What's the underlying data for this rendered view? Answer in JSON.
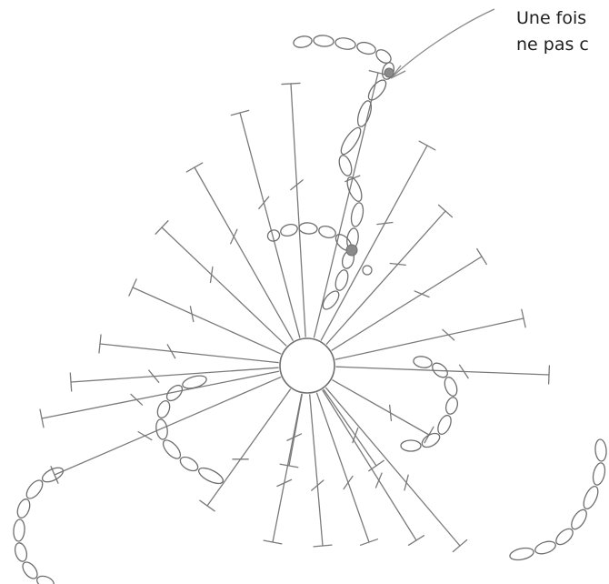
{
  "annotation": {
    "line1": "Une fois",
    "line2": "ne pas c"
  },
  "colors": {
    "pencil": "#7a7a7a",
    "stitch": "#6e6e6e",
    "marker": "#8a8a8a",
    "text": "#1f1f1f"
  },
  "symbols": {
    "center": "magic-ring",
    "rays": "treble-crochet",
    "loops": "chain-stitch",
    "markers": "slip-stitch"
  }
}
